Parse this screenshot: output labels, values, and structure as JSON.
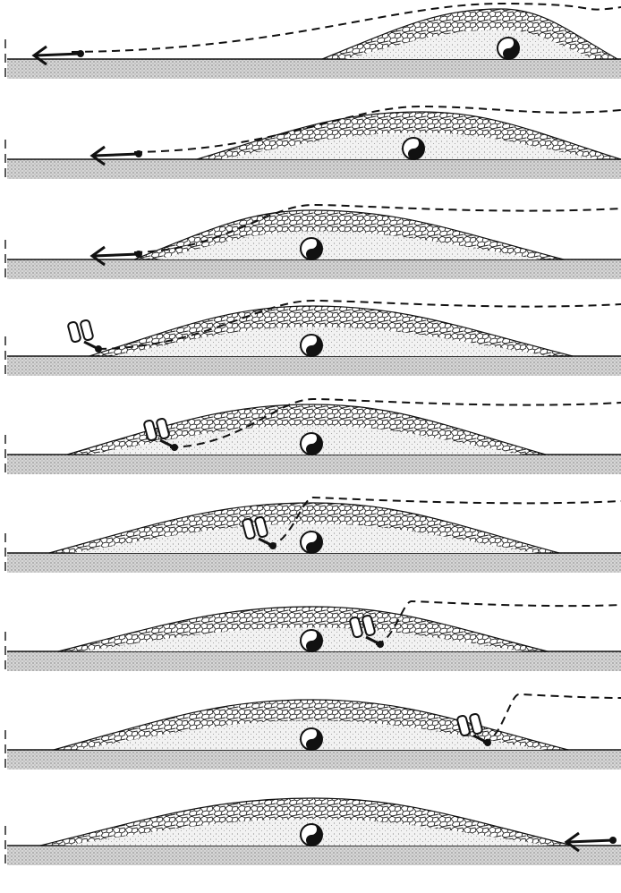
{
  "figure": {
    "panel_count": 9,
    "colors": {
      "ink": "#111111",
      "ground_fill": "#d6d6d6",
      "sand_fill": "#f2f2f2",
      "stone_fill": "#ffffff",
      "background": "#ffffff"
    },
    "panels": [
      {
        "stage": 1,
        "actor": "arrow",
        "dashed_profile": true
      },
      {
        "stage": 2,
        "actor": "arrow",
        "dashed_profile": true
      },
      {
        "stage": 3,
        "actor": "arrow",
        "dashed_profile": true
      },
      {
        "stage": 4,
        "actor": "ploughing-machine",
        "dashed_profile": true
      },
      {
        "stage": 5,
        "actor": "ploughing-machine",
        "dashed_profile": true
      },
      {
        "stage": 6,
        "actor": "ploughing-machine",
        "dashed_profile": true
      },
      {
        "stage": 7,
        "actor": "ploughing-machine",
        "dashed_profile": true
      },
      {
        "stage": 8,
        "actor": "ploughing-machine",
        "dashed_profile": true
      },
      {
        "stage": 9,
        "actor": "arrow",
        "dashed_profile": false
      }
    ]
  }
}
